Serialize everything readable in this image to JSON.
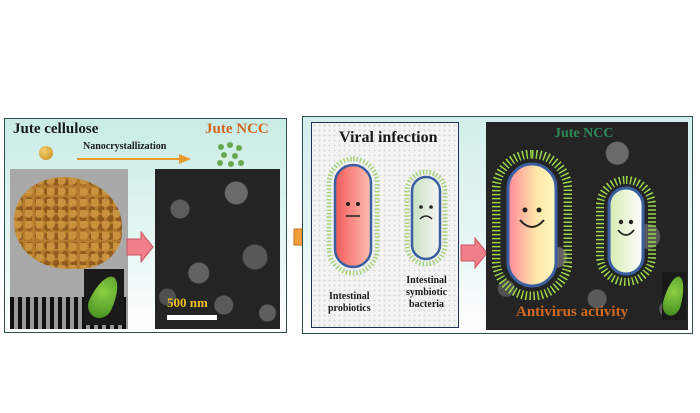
{
  "left_panel": {
    "jute_cellulose": "Jute cellulose",
    "nanocrystallization": "Nanocrystallization",
    "jute_ncc": "Jute NCC",
    "scale_bar": "500 nm"
  },
  "right_panel": {
    "viral_infection": "Viral infection",
    "intestinal_probiotics": [
      "Intestinal",
      "probiotics"
    ],
    "intestinal_symbiotic_bacteria": [
      "Intestinal",
      "symbiotic",
      "bacteria"
    ],
    "jute_ncc": "Jute NCC",
    "antivirus_activity": "Antivirus activity"
  },
  "colors": {
    "title_dark": "#1a1a1a",
    "ncc_orange": "#d2691e",
    "ncc_green": "#2e8b57",
    "arrow_pink": "#f07f8a",
    "arrow_orange": "#f39c3a",
    "virus_green": "#7fbf3f"
  }
}
